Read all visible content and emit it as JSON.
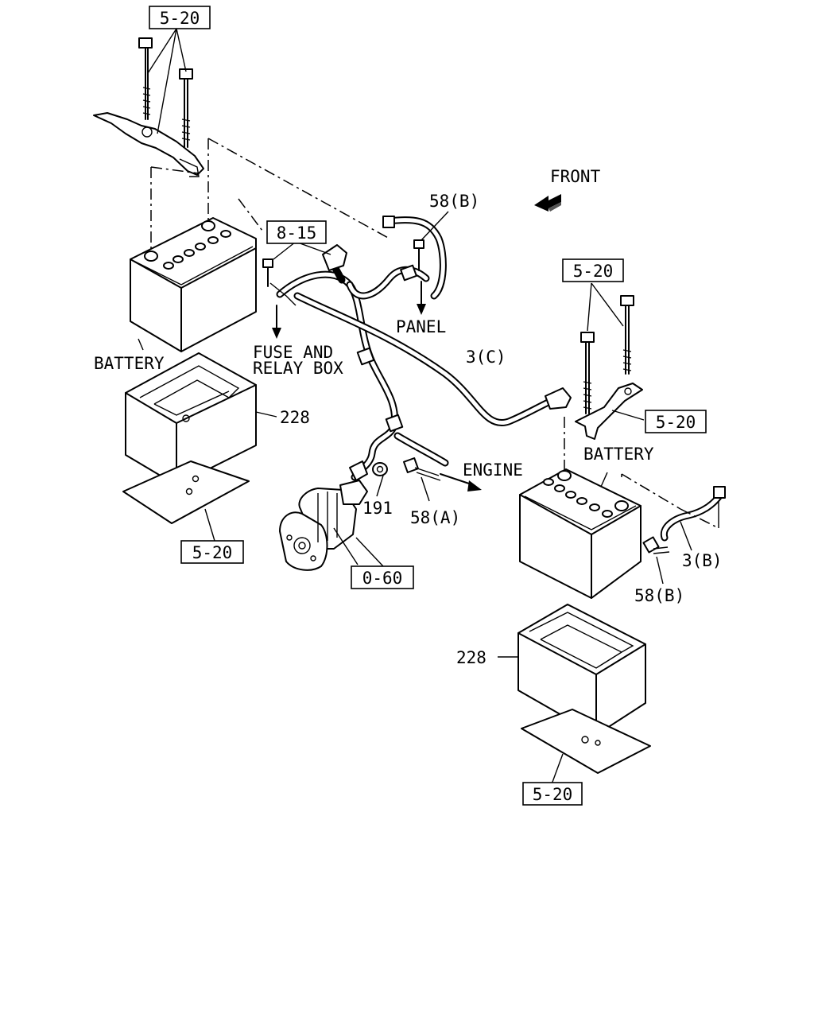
{
  "labels": {
    "front": "FRONT",
    "panel": "PANEL",
    "fuse_relay_line1": "FUSE AND",
    "fuse_relay_line2": "RELAY BOX",
    "battery_left": "BATTERY",
    "battery_right": "BATTERY",
    "engine": "ENGINE",
    "part_228_left": "228",
    "part_228_right": "228",
    "part_191": "191",
    "part_58a": "58(A)",
    "part_58b_top": "58(B)",
    "part_58b_right": "58(B)",
    "part_3c": "3(C)",
    "part_3b": "3(B)"
  },
  "refs": {
    "ref_5_20_top_left": "5-20",
    "ref_8_15": "8-15",
    "ref_5_20_left_tray": "5-20",
    "ref_0_60": "0-60",
    "ref_5_20_right_top": "5-20",
    "ref_5_20_right_bracket": "5-20",
    "ref_5_20_right_tray": "5-20"
  }
}
